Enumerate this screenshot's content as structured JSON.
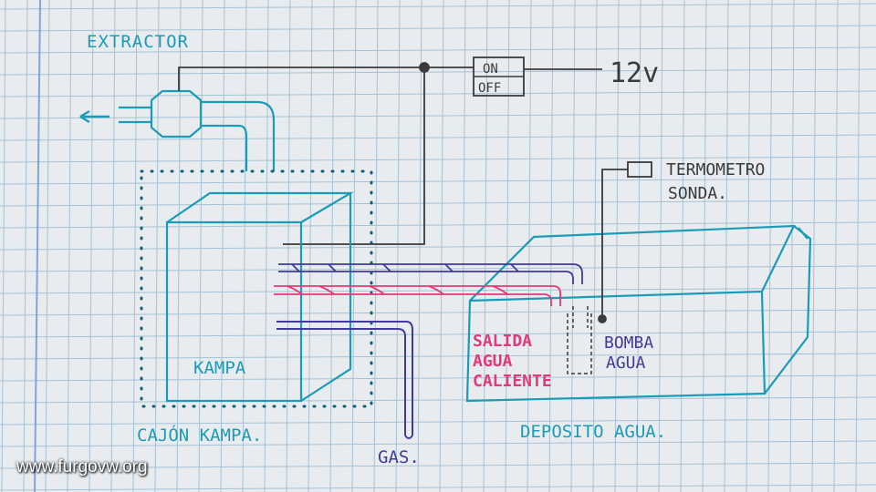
{
  "colors": {
    "paper": "#e9ecef",
    "grid": "#8fb3cc",
    "margin": "#7ea4d8",
    "cyan": "#1c9bb6",
    "black": "#3a3a3a",
    "pink": "#e23a78",
    "purple": "#413a9a"
  },
  "labels": {
    "extractor": "EXTRACTOR",
    "on": "ON",
    "off": "OFF",
    "volt": "12v",
    "termometro_1": "TERMOMETRO",
    "termometro_2": "SONDA.",
    "kampa": "KAMPA",
    "cajon": "CAJÓN KAMPA.",
    "gas": "GAS.",
    "salida_1": "SALIDA",
    "salida_2": "AGUA",
    "salida_3": "CALIENTE",
    "bomba_1": "BOMBA",
    "bomba_2": "AGUA",
    "deposito": "DEPOSITO AGUA.",
    "watermark": "www.furgovw.org"
  }
}
